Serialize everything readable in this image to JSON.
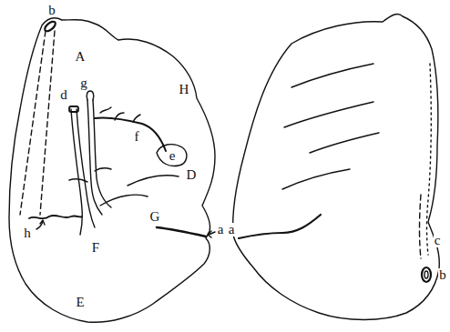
{
  "diagram": {
    "labels": [
      "b",
      "A",
      "d",
      "g",
      "f",
      "H",
      "e",
      "D",
      "G",
      "a",
      "h",
      "F",
      "E",
      "a",
      "c",
      "b"
    ]
  }
}
